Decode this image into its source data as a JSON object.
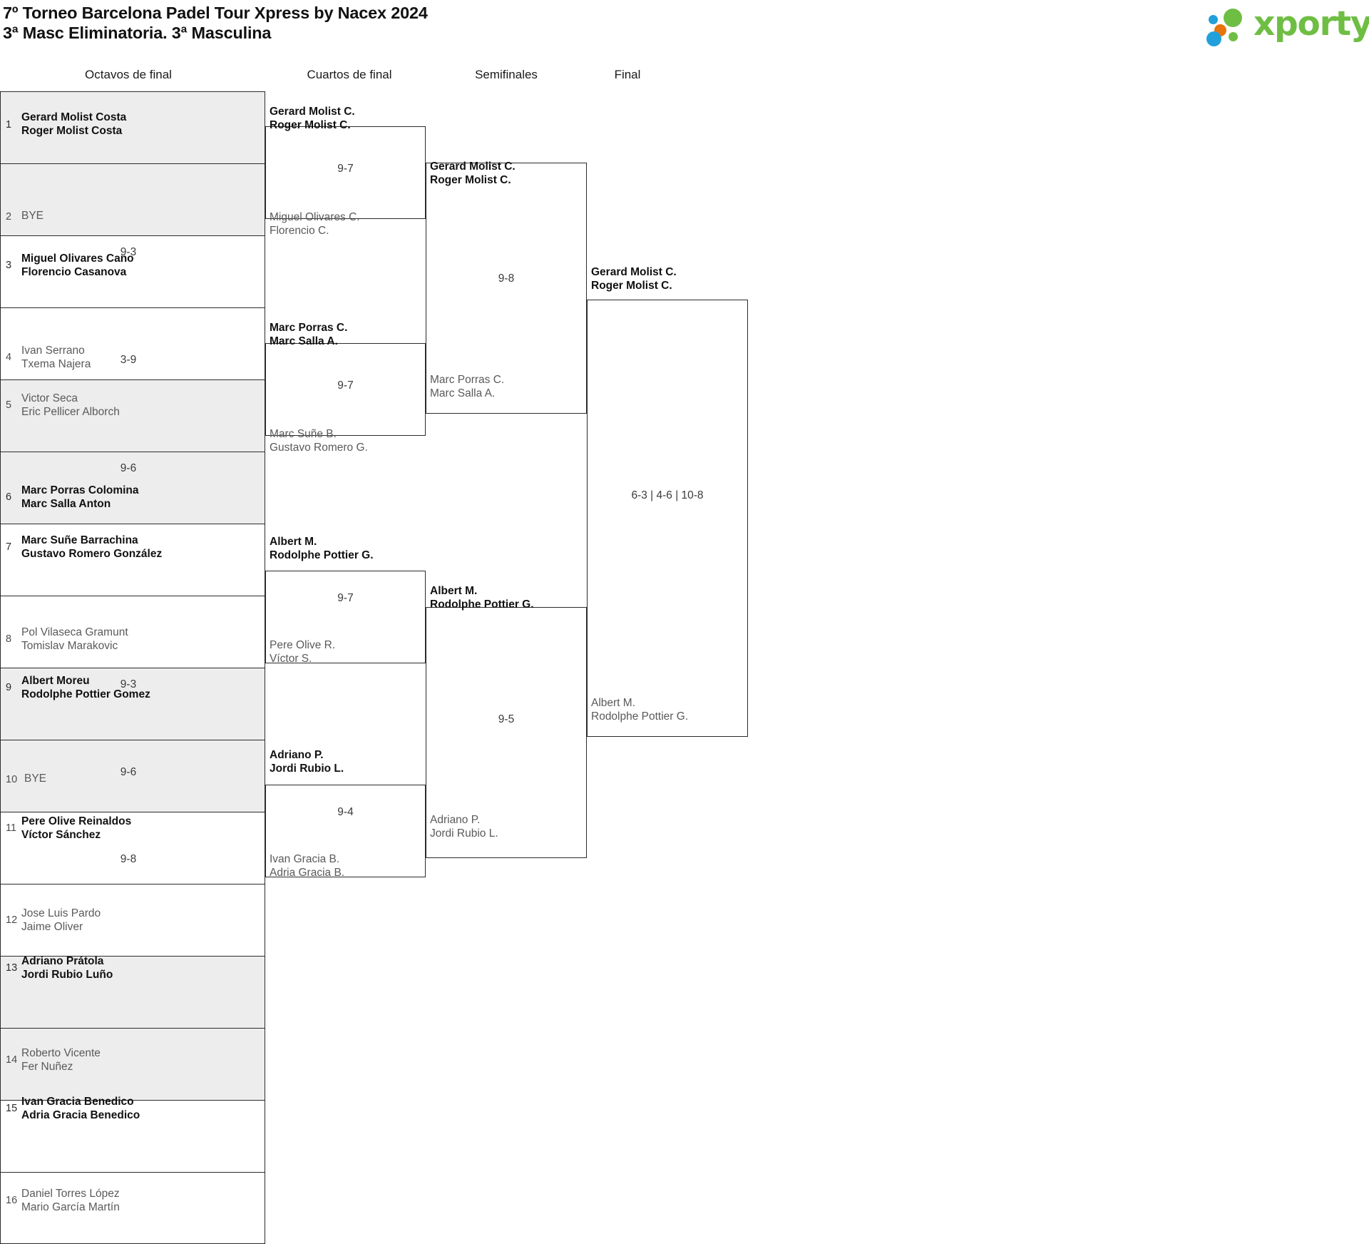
{
  "header": {
    "title": "7º Torneo Barcelona Padel Tour Xpress by Nacex 2024",
    "subtitle": "3ª Masc Eliminatoria. 3ª Masculina",
    "logo_text": "xporty"
  },
  "rounds": [
    {
      "label": "Octavos de final"
    },
    {
      "label": "Cuartos de final"
    },
    {
      "label": "Semifinales"
    },
    {
      "label": "Final"
    }
  ],
  "round1": {
    "entries": [
      {
        "seed": "1",
        "p1": "Gerard Molist Costa",
        "p2": "Roger Molist Costa",
        "winner": true
      },
      {
        "seed": "2",
        "p1": "BYE",
        "p2": "",
        "winner": false
      },
      {
        "seed": "3",
        "p1": "Miguel Olivares Cano",
        "p2": "Florencio Casanova",
        "winner": true
      },
      {
        "seed": "4",
        "p1": "Ivan Serrano",
        "p2": "Txema Najera",
        "winner": false
      },
      {
        "seed": "5",
        "p1": "Victor Seca",
        "p2": "Eric Pellicer Alborch",
        "winner": false
      },
      {
        "seed": "6",
        "p1": "Marc Porras Colomina",
        "p2": "Marc Salla Anton",
        "winner": true
      },
      {
        "seed": "7",
        "p1": "Marc Suñe Barrachina",
        "p2": "Gustavo Romero González",
        "winner": true
      },
      {
        "seed": "8",
        "p1": "Pol Vilaseca Gramunt",
        "p2": "Tomislav Marakovic",
        "winner": false
      },
      {
        "seed": "9",
        "p1": "Albert Moreu",
        "p2": "Rodolphe Pottier Gomez",
        "winner": true
      },
      {
        "seed": "10",
        "p1": "BYE",
        "p2": "",
        "winner": false
      },
      {
        "seed": "11",
        "p1": "Pere Olive Reinaldos",
        "p2": "Víctor Sánchez",
        "winner": true
      },
      {
        "seed": "12",
        "p1": "Jose Luis Pardo",
        "p2": "Jaime Oliver",
        "winner": false
      },
      {
        "seed": "13",
        "p1": "Adriano Prátola",
        "p2": "Jordi Rubio Luño",
        "winner": true
      },
      {
        "seed": "14",
        "p1": "Roberto Vicente",
        "p2": "Fer Nuñez",
        "winner": false
      },
      {
        "seed": "15",
        "p1": "Ivan Gracia Benedico",
        "p2": "Adria Gracia Benedico",
        "winner": true
      },
      {
        "seed": "16",
        "p1": "Daniel Torres López",
        "p2": "Mario García Martín",
        "winner": false
      }
    ],
    "scores": [
      "",
      "9-3",
      "3-9",
      "9-6",
      "",
      "9-3",
      "9-6",
      "9-8"
    ]
  },
  "round2": {
    "matches": [
      {
        "score": "9-7",
        "top": {
          "p1": "Gerard Molist C.",
          "p2": "Roger Molist C.",
          "winner": true
        },
        "bottom": {
          "p1": "Miguel Olivares C.",
          "p2": "Florencio C.",
          "winner": false
        }
      },
      {
        "score": "9-7",
        "top": {
          "p1": "Marc Porras C.",
          "p2": "Marc Salla A.",
          "winner": true
        },
        "bottom": {
          "p1": "Marc Suñe B.",
          "p2": "Gustavo Romero G.",
          "winner": false
        }
      },
      {
        "score": "9-7",
        "top": {
          "p1": "Albert M.",
          "p2": "Rodolphe Pottier G.",
          "winner": true
        },
        "bottom": {
          "p1": "Pere Olive R.",
          "p2": "Víctor S.",
          "winner": false
        }
      },
      {
        "score": "9-4",
        "top": {
          "p1": "Adriano P.",
          "p2": "Jordi Rubio L.",
          "winner": true
        },
        "bottom": {
          "p1": "Ivan Gracia B.",
          "p2": "Adria Gracia B.",
          "winner": false
        }
      }
    ]
  },
  "round3": {
    "matches": [
      {
        "score": "9-8",
        "top": {
          "p1": "Gerard Molist C.",
          "p2": "Roger Molist C.",
          "winner": true
        },
        "bottom": {
          "p1": "Marc Porras C.",
          "p2": "Marc Salla A.",
          "winner": false
        }
      },
      {
        "score": "9-5",
        "top": {
          "p1": "Albert M.",
          "p2": "Rodolphe Pottier G.",
          "winner": true
        },
        "bottom": {
          "p1": "Adriano P.",
          "p2": "Jordi Rubio L.",
          "winner": false
        }
      }
    ]
  },
  "round4": {
    "match": {
      "score": "6-3 | 4-6 | 10-8",
      "top": {
        "p1": "Gerard Molist C.",
        "p2": "Roger Molist C.",
        "winner": true
      },
      "bottom": {
        "p1": "Albert M.",
        "p2": "Rodolphe Pottier G.",
        "winner": false
      }
    }
  }
}
